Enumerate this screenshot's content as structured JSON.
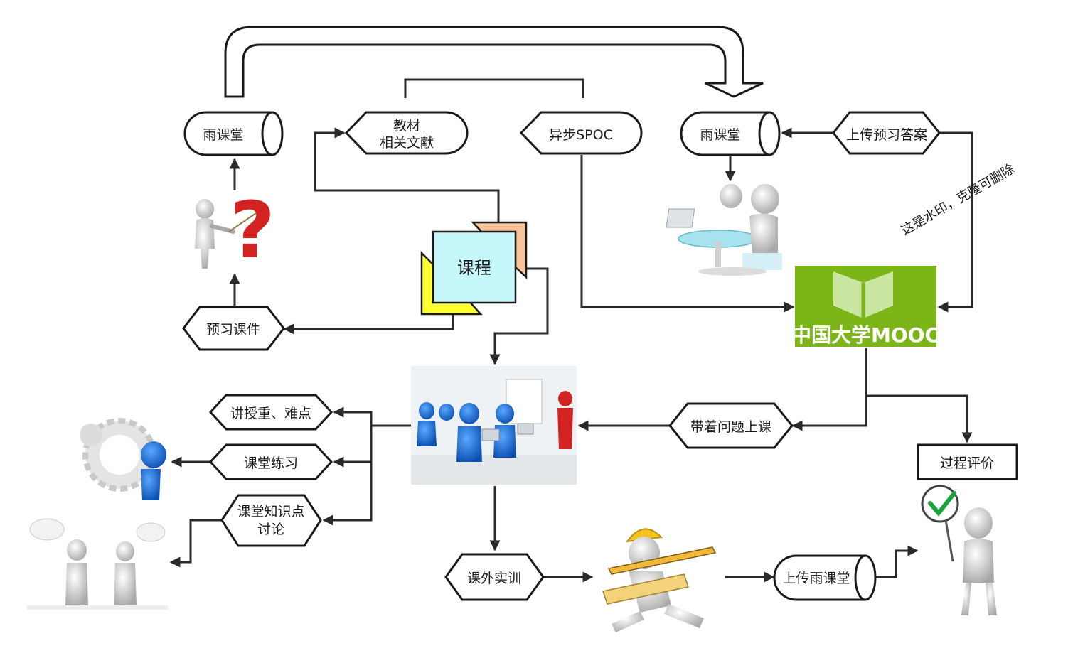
{
  "nodes": {
    "rain_left": "雨课堂",
    "textbook_l1": "教材",
    "textbook_l2": "相关文献",
    "spoc": "异步SPOC",
    "rain_right": "雨课堂",
    "upload_answer": "上传预习答案",
    "course": "课程",
    "preview_courseware": "预习课件",
    "mooc_logo": "中国大学MOOC",
    "key_points": "讲授重、难点",
    "practice": "课堂练习",
    "discussion_l1": "课堂知识点",
    "discussion_l2": "讨论",
    "with_questions": "带着问题上课",
    "process_eval": "过程评价",
    "outside_training": "课外实训",
    "upload_rain": "上传雨课堂"
  },
  "watermark": "这是水印，克隆可删除",
  "colors": {
    "mooc_green": "#7cb518",
    "course_cyan": "#c6f7fb",
    "course_yellow": "#ffff33",
    "course_peach": "#f8c49a",
    "figure_blue": "#1e73d6",
    "question_red": "#d22222",
    "check_green": "#1aa33a"
  },
  "icons": [
    "presenter-question-icon",
    "meeting-figures-icon",
    "classroom-scene-icon",
    "gears-figure-icon",
    "discussion-figures-icon",
    "runner-with-ruler-icon",
    "checkmark-figure-icon"
  ]
}
